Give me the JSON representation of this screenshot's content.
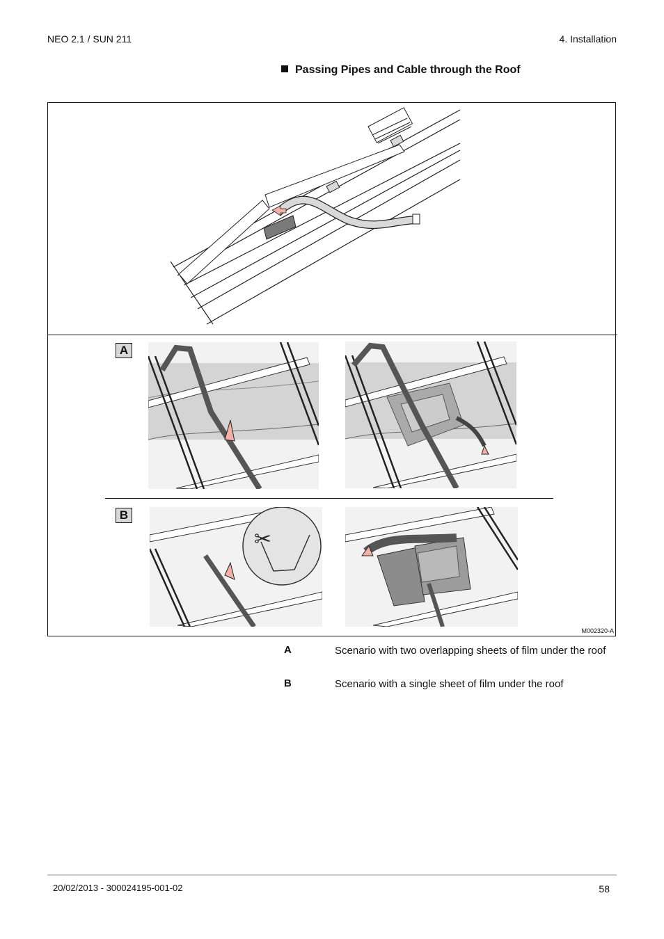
{
  "header": {
    "left": "NEO 2.1 / SUN 211",
    "right": "4.  Installation"
  },
  "section": {
    "title": "Passing Pipes and Cable through the Roof"
  },
  "figure": {
    "badge_a": "A",
    "badge_b": "B",
    "code": "M002320-A"
  },
  "legend": [
    {
      "key": "A",
      "text": "Scenario with two overlapping sheets of film under the roof"
    },
    {
      "key": "B",
      "text": "Scenario with a single sheet of film under the roof"
    }
  ],
  "footer": {
    "left": "20/02/2013 - 300024195-001-02",
    "page": "58"
  },
  "colors": {
    "arrow": "#f2b1a6",
    "film": "#cfcfcf",
    "tape": "#8c8c8c"
  }
}
